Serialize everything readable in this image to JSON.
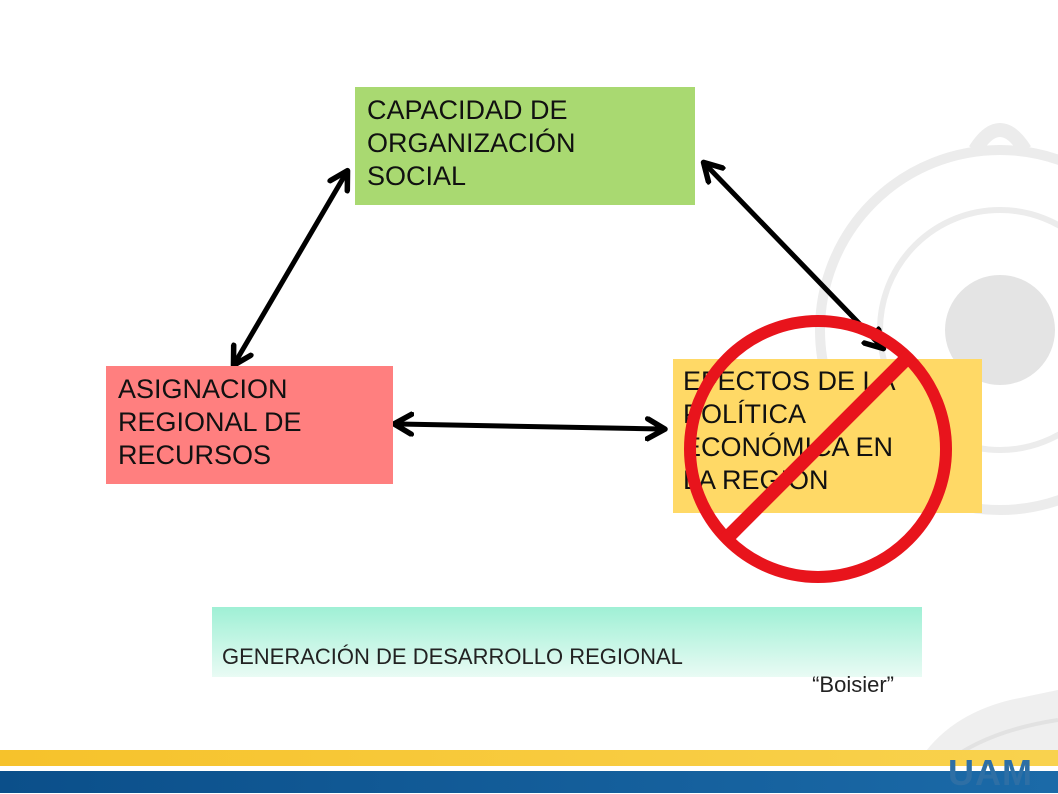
{
  "diagram": {
    "box_top": "CAPACIDAD DE\nORGANIZACIÓN\nSOCIAL",
    "box_left": "ASIGNACION\nREGIONAL DE\nRECURSOS",
    "box_right": "EFECTOS DE LA\nPOLÍTICA\nECONÓMICA EN\nLA REGIÓN",
    "bottom_title": "GENERACIÓN DE DESARROLLO REGIONAL",
    "bottom_author": "“Boisier”"
  },
  "colors": {
    "box_top": "#a9d971",
    "box_left": "#ff7f7f",
    "box_right": "#ffd966",
    "prohibition_sign": "#e8141c",
    "brand": "#2e6fa5"
  },
  "branding": {
    "logo": "UAM"
  },
  "icons": {
    "overlay": "prohibition-sign-icon",
    "watermark": "stopwatch-icon"
  }
}
